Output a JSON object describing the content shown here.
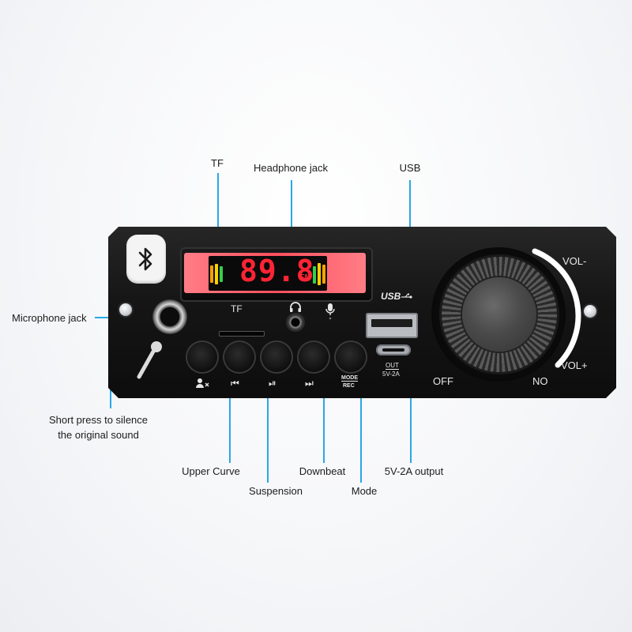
{
  "callouts": {
    "tf": "TF",
    "headphone_jack": "Headphone jack",
    "usb": "USB",
    "microphone_jack": "Microphone jack",
    "silence_line1": "Short press to silence",
    "silence_line2": "the original sound",
    "upper_curve": "Upper Curve",
    "suspension": "Suspension",
    "downbeat": "Downbeat",
    "mode": "Mode",
    "output": "5V-2A output"
  },
  "panel": {
    "display_value": "89.8",
    "display_unit": "FM",
    "tf_label": "TF",
    "usb_logo": "USB",
    "out_label": "OUT",
    "out_spec": "5V-2A",
    "mode_label": "MODE",
    "rec_label": "REC",
    "vol_minus": "VOL-",
    "vol_plus": "VOL+",
    "off_label": "OFF",
    "on_label": "NO"
  },
  "colors": {
    "callout_line": "#2aa7e6",
    "display_digits": "#ff2435",
    "panel_body": "#151515"
  }
}
